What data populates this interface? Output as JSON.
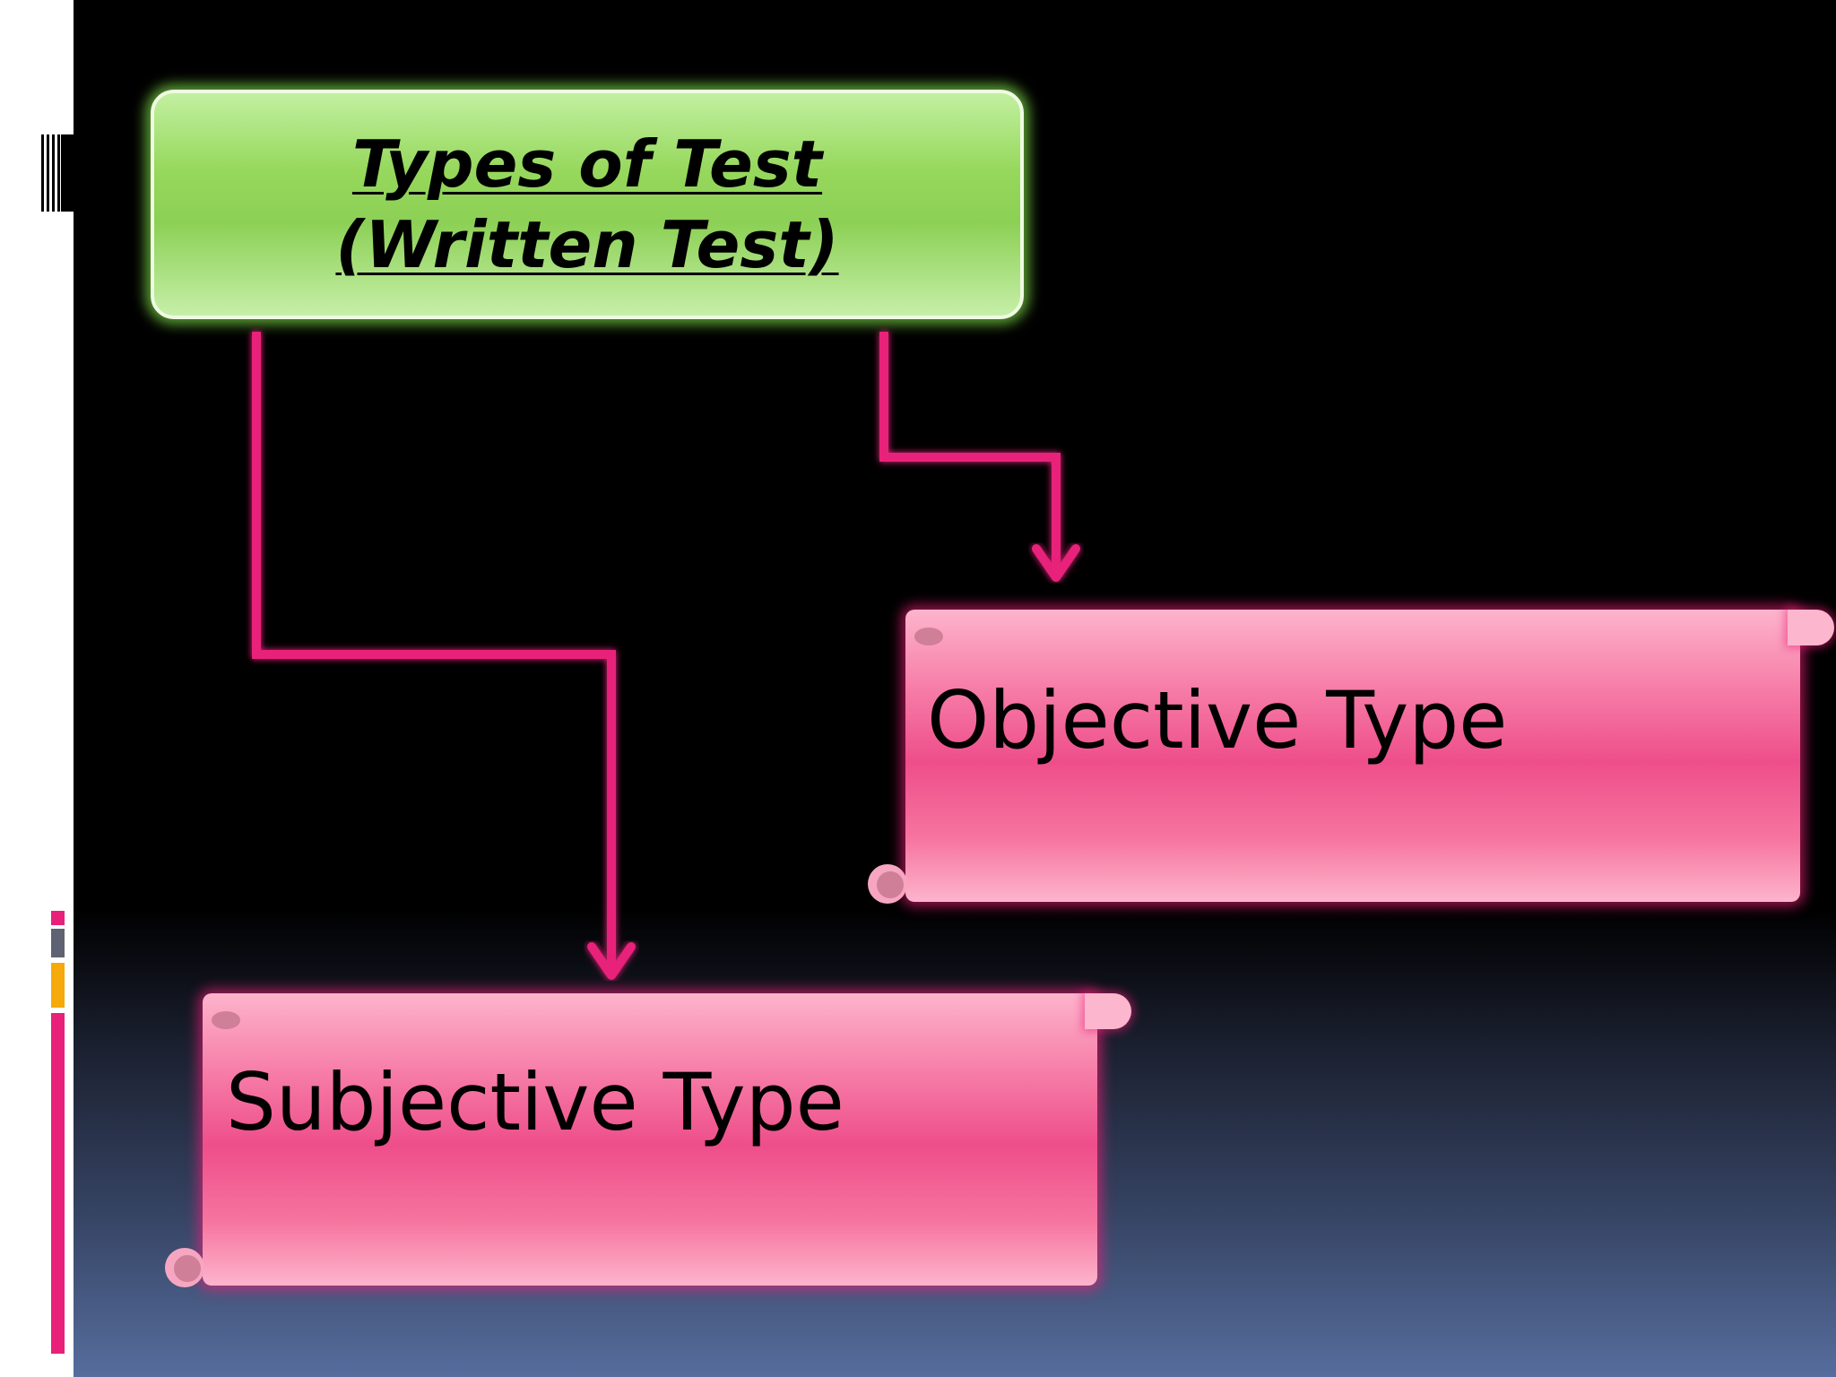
{
  "title": {
    "line1": "Types of Test",
    "line2": "(Written Test)"
  },
  "nodes": {
    "objective": {
      "label": "Objective Type"
    },
    "subjective": {
      "label": "Subjective Type"
    }
  },
  "colors": {
    "title_fill": "#96d85c",
    "node_fill": "#ee4e8a",
    "connector": "#e8207a",
    "accent_pink": "#e8207a",
    "accent_gray": "#5e6272",
    "accent_gold": "#f5a90a"
  }
}
